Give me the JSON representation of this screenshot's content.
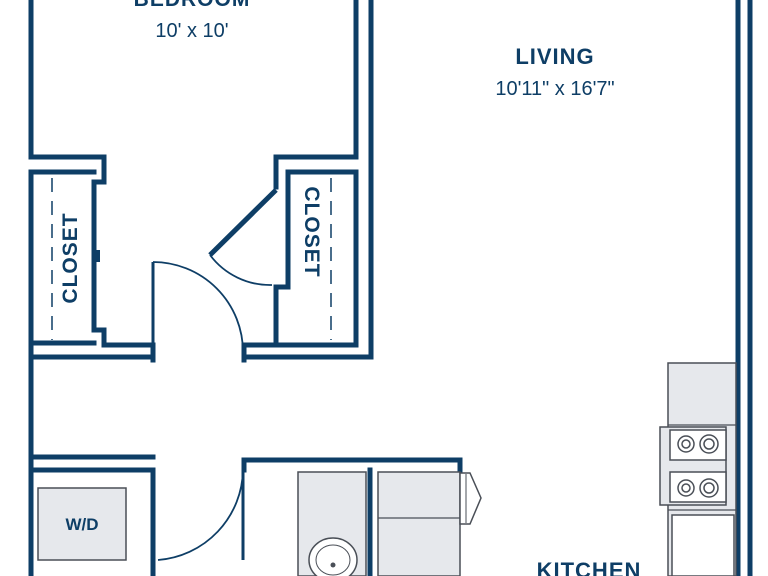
{
  "colors": {
    "wall": "#0e3e66",
    "fixture_fill": "#e6e8ec",
    "fixture_stroke": "#4a4f57",
    "background": "#ffffff"
  },
  "rooms": {
    "bedroom": {
      "name": "BEDROOM",
      "dimensions": "10' x 10'"
    },
    "living": {
      "name": "LIVING",
      "dimensions": "10'11\" x 16'7\""
    },
    "kitchen": {
      "name": "KITCHEN"
    }
  },
  "closets": {
    "left": {
      "label": "CLOSET"
    },
    "right": {
      "label": "CLOSET"
    }
  },
  "fixtures": {
    "washer_dryer": {
      "label": "W/D"
    },
    "stove": {
      "icon": "stove-icon"
    },
    "sink": {
      "icon": "sink-icon"
    }
  }
}
